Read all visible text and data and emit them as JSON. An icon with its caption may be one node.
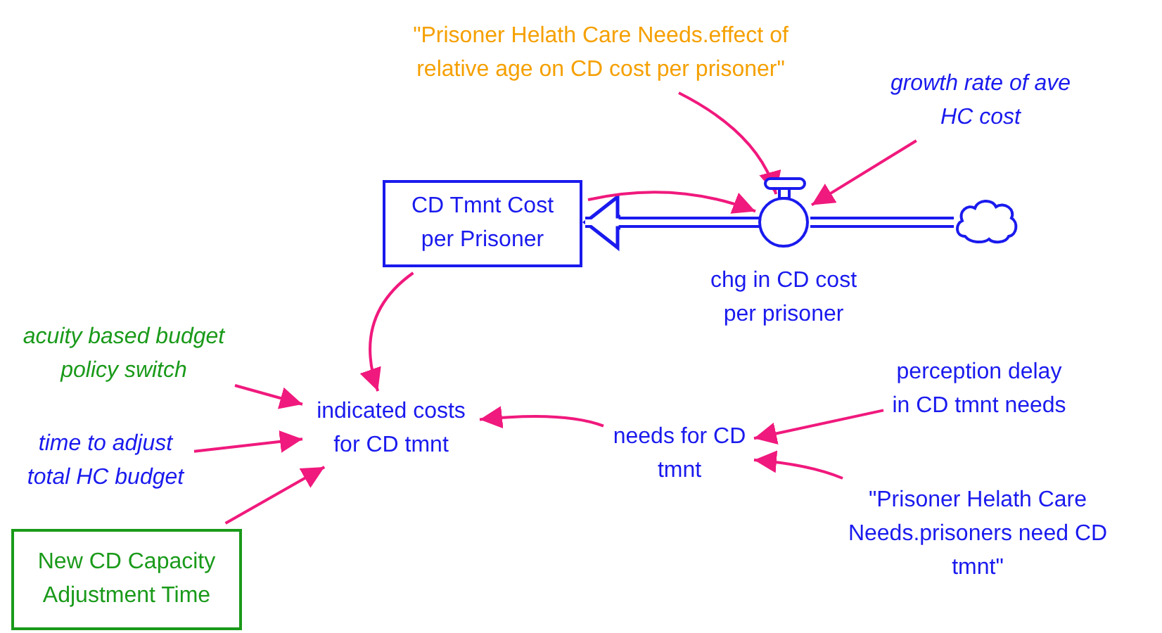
{
  "diagram": {
    "nodes": [
      {
        "text": [
          "\"Prisoner Helath Care Needs.effect of relative age on CD cost per prisoner\""
        ]
      },
      {
        "text": [
          "growth rate of ave HC cost"
        ]
      },
      {
        "text": [
          "CD Tmnt Cost per Prisoner"
        ]
      },
      {
        "text": [],
        "shape": "circle",
        "beside": [
          "chg in CD cost per prisoner"
        ]
      },
      {
        "text": [],
        "shape": "cloud"
      },
      {
        "text": [
          "acuity based budget policy switch"
        ]
      },
      {
        "text": [
          "indicated costs for CD tmnt"
        ]
      },
      {
        "text": [
          "needs for CD tmnt"
        ]
      },
      {
        "text": [
          "perception delay in CD tmnt needs"
        ]
      },
      {
        "text": [
          "time to adjust total HC budget"
        ]
      },
      {
        "text": [
          "\"Prisoner Helath Care Needs.prisoners need CD tmnt\""
        ]
      },
      {
        "text": [
          "New CD Capacity Adjustment Time"
        ]
      }
    ],
    "edges": [
      {
        "from": 4,
        "to": 3,
        "arrow": "none",
        "style": "thick",
        "color": "#1a1aee"
      },
      {
        "from": 3,
        "to": 2,
        "arrow": "to",
        "style": "thick",
        "color": "#1a1aee"
      },
      {
        "from": 0,
        "to": 3,
        "arrow": "to"
      },
      {
        "from": 1,
        "to": 3,
        "arrow": "to"
      },
      {
        "from": 2,
        "to": 3,
        "arrow": "to"
      },
      {
        "from": 2,
        "to": 6,
        "arrow": "to"
      },
      {
        "from": 5,
        "to": 6,
        "arrow": "to"
      },
      {
        "from": 9,
        "to": 6,
        "arrow": "to"
      },
      {
        "from": 11,
        "to": 6,
        "arrow": "to"
      },
      {
        "from": 7,
        "to": 6,
        "arrow": "to"
      },
      {
        "from": 8,
        "to": 7,
        "arrow": "to"
      },
      {
        "from": 10,
        "to": 7,
        "arrow": "to"
      }
    ]
  }
}
